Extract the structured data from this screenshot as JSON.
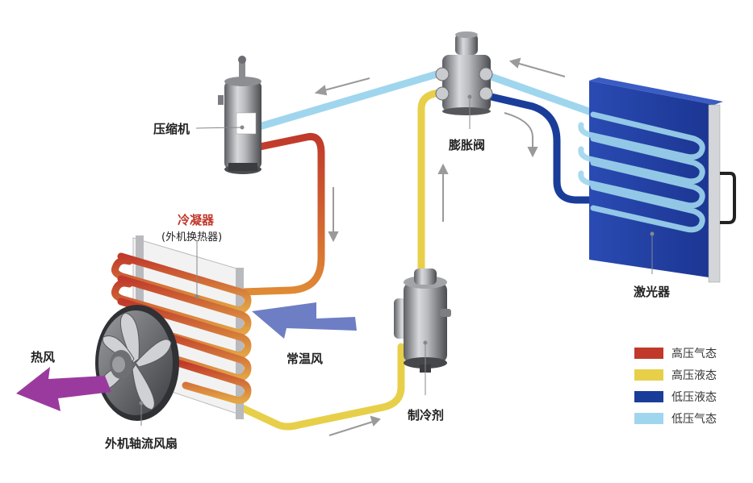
{
  "labels": {
    "compressor": "压缩机",
    "expansion_valve": "膨胀阀",
    "condenser": "冷凝器",
    "condenser_sub": "(外机换热器)",
    "laser": "激光器",
    "refrigerant": "制冷剂",
    "hot_air": "热风",
    "ambient_air": "常温风",
    "fan": "外机轴流风扇"
  },
  "legend": [
    {
      "label": "高压气态",
      "color": "#c0392b"
    },
    {
      "label": "高压液态",
      "color": "#e8cf4a"
    },
    {
      "label": "低压液态",
      "color": "#1a3d9a"
    },
    {
      "label": "低压气态",
      "color": "#9fd6ee"
    }
  ],
  "colors": {
    "hot_air_arrow": "#9b3a9e",
    "ambient_air_arrow": "#6e7ec4",
    "laser_panel": "#1f3fa0",
    "flow_arrow": "#9a9a9a"
  }
}
